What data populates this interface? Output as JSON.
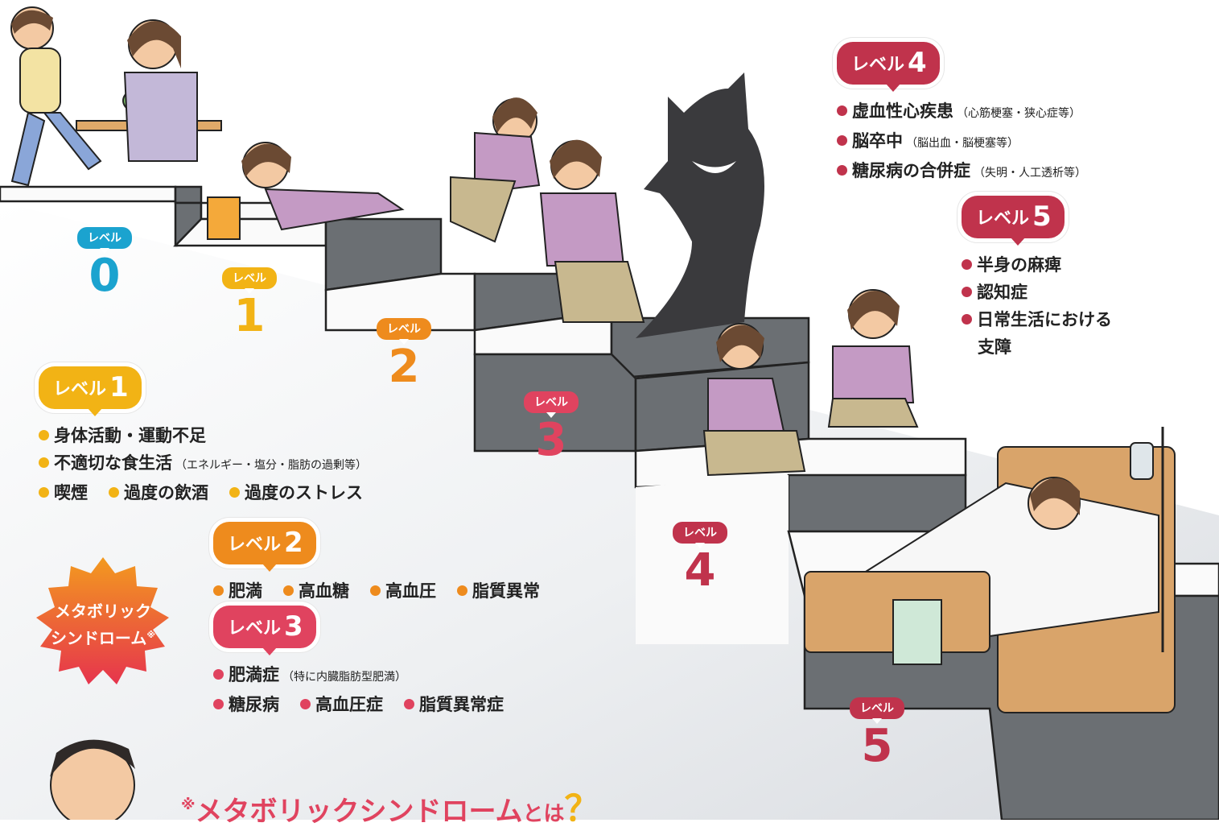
{
  "step_markers": [
    {
      "label": "レベル",
      "number": "0",
      "color": "#1ba3cf"
    },
    {
      "label": "レベル",
      "number": "1",
      "color": "#f2b315"
    },
    {
      "label": "レベル",
      "number": "2",
      "color": "#ee8b1d"
    },
    {
      "label": "レベル",
      "number": "3",
      "color": "#e0435f"
    },
    {
      "label": "レベル",
      "number": "4",
      "color": "#c0334c"
    },
    {
      "label": "レベル",
      "number": "5",
      "color": "#c0334c"
    }
  ],
  "level1": {
    "badge": "レベル",
    "number": "1",
    "items": {
      "a": "身体活動・運動不足",
      "b": "不適切な食生活",
      "b_note": "（エネルギー・塩分・脂肪の過剰等）",
      "c1": "喫煙",
      "c2": "過度の飲酒",
      "c3": "過度のストレス"
    }
  },
  "level2": {
    "badge": "レベル",
    "number": "2",
    "items": {
      "a": "肥満",
      "b": "高血糖",
      "c": "高血圧",
      "d": "脂質異常"
    }
  },
  "level3": {
    "badge": "レベル",
    "number": "3",
    "items": {
      "a": "肥満症",
      "a_note": "（特に内臓脂肪型肥満）",
      "b": "糖尿病",
      "c": "高血圧症",
      "d": "脂質異常症"
    }
  },
  "level4": {
    "badge": "レベル",
    "number": "4",
    "items": {
      "a": "虚血性心疾患",
      "a_note": "（心筋梗塞・狭心症等）",
      "b": "脳卒中",
      "b_note": "（脳出血・脳梗塞等）",
      "c": "糖尿病の合併症",
      "c_note": "（失明・人工透析等）"
    }
  },
  "level5": {
    "badge": "レベル",
    "number": "5",
    "items": {
      "a": "半身の麻痺",
      "b": "認知症",
      "c": "日常生活における",
      "c2": "支障"
    }
  },
  "metabolic": {
    "line1": "メタボリック",
    "line2": "シンドローム",
    "mark": "※"
  },
  "footer": {
    "mark": "※",
    "text": "メタボリックシンドローム",
    "to": "とは",
    "q": "？"
  },
  "colors": {
    "level0": "#1ba3cf",
    "level1": "#f2b315",
    "level2": "#ee8b1d",
    "level3": "#e0435f",
    "level4": "#c0334c",
    "level5": "#c0334c"
  }
}
